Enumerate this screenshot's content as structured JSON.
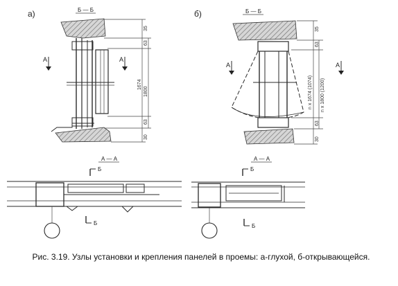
{
  "panels": {
    "a": {
      "tag": "а)",
      "section_title": "Б — Б",
      "arrow_label": "А",
      "dims": [
        "35",
        "63",
        "1674",
        "1800",
        "63",
        "30"
      ]
    },
    "b": {
      "tag": "б)",
      "section_title": "Б — Б",
      "arrow_label": "А",
      "dims": [
        "35",
        "63",
        "n x 1674 (1074)",
        "n x 1800 (1200)",
        "63",
        "30"
      ]
    }
  },
  "plans": {
    "a": {
      "section_title": "А — А",
      "cut_label": "Б"
    },
    "b": {
      "section_title": "А — А",
      "cut_label": "Б"
    }
  },
  "caption": "Рис. 3.19. Узлы установки и крепления панелей в проемы: а-глухой, б-открывающейся."
}
